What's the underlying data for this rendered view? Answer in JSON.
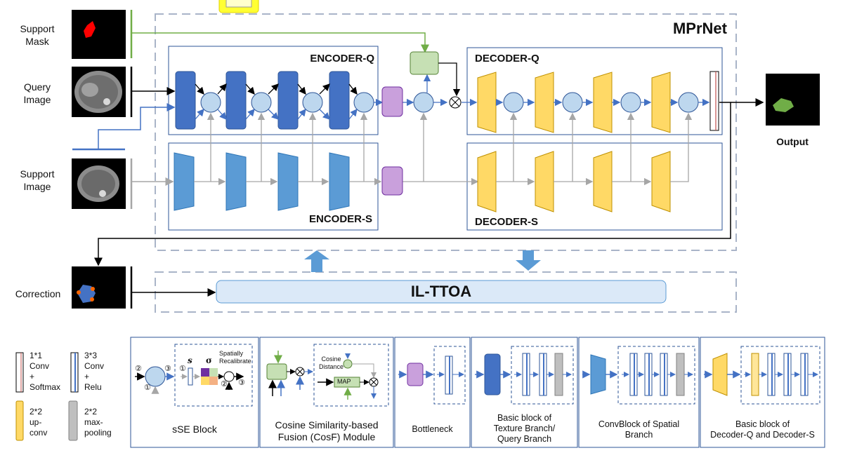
{
  "inputs": {
    "support_mask": "Support\nMask",
    "query_image": "Query\nImage",
    "support_image": "Support\nImage",
    "correction": "Correction",
    "output": "Output"
  },
  "network": {
    "title": "MPrNet",
    "encoder_q": "ENCODER-Q",
    "encoder_s": "ENCODER-S",
    "decoder_q": "DECODER-Q",
    "decoder_s": "DECODER-S",
    "ttoa": "IL-TTOA"
  },
  "legend": {
    "conv1_softmax": "1*1\nConv\n+\nSoftmax",
    "conv3_relu": "3*3\nConv\n+\nRelu",
    "upconv": "2*2\nup-\nconv",
    "maxpool": "2*2\nmax-\npooling"
  },
  "panels": {
    "sse": {
      "caption": "sSE Block",
      "s": "s",
      "sigma": "σ",
      "recal": "Spatially\nRecalibrate",
      "n1": "①",
      "n2": "②",
      "n3": "③"
    },
    "cosf": {
      "caption": "Cosine Similarity-based\nFusion (CosF) Module",
      "cos": "Cosine\nDistance",
      "map": "MAP"
    },
    "bottleneck": {
      "caption": "Bottleneck"
    },
    "texture": {
      "caption": "Basic block of\nTexture Branch/\nQuery Branch"
    },
    "spatial": {
      "caption": "ConvBlock of Spatial\nBranch"
    },
    "decoder": {
      "caption": "Basic block of\nDecoder-Q and Decoder-S"
    }
  },
  "colors": {
    "dark_blue": "#4472c4",
    "mid_blue": "#5b9bd5",
    "yellow": "#ffd966",
    "purple": "#c9a0dc",
    "green_box": "#c6e0b4",
    "circle": "#bdd7ee",
    "grey_line": "#a6a6a6",
    "green_line": "#70ad47",
    "dash": "#a9b4c8"
  }
}
